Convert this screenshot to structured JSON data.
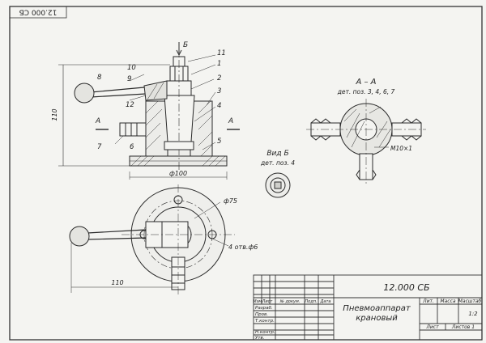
{
  "doc_code_rotated": "12.000 СБ",
  "section": {
    "title": "А – А",
    "subtitle": "дет. поз. 3, 4, 6, 7",
    "thread": "М10×1"
  },
  "view_b": {
    "title": "Вид Б",
    "subtitle": "дет. поз. 4"
  },
  "markers": {
    "b_arrow": "Б",
    "a_left": "А",
    "a_right": "А"
  },
  "callouts": {
    "c1": "1",
    "c2": "2",
    "c3": "3",
    "c4": "4",
    "c5": "5",
    "c6": "6",
    "c7": "7",
    "c8": "8",
    "c9": "9",
    "c10": "10",
    "c11": "11",
    "c12": "12"
  },
  "dimensions": {
    "height": "110",
    "base_diameter": "ф100",
    "bolt_circle": "ф75",
    "holes": "4 отв.ф6",
    "length": "110"
  },
  "title_block": {
    "doc_code": "12.000 СБ",
    "name_line1": "Пневмоаппарат",
    "name_line2": "крановый",
    "col_lit": "Лит.",
    "col_mass": "Масса",
    "col_scale": "Масштаб",
    "scale_value": "1:2",
    "sheet_label": "Лист",
    "sheets_label": "Листов 1",
    "hdr_izm": "Изм",
    "hdr_list": "Лист",
    "hdr_doc": "№ докум.",
    "hdr_podp": "Подп.",
    "hdr_data": "Дата",
    "row_razrab": "Разраб.",
    "row_prov": "Пров.",
    "row_tkontr": "Т.контр.",
    "row_nkontr": "Н.контр.",
    "row_utv": "Утв."
  }
}
